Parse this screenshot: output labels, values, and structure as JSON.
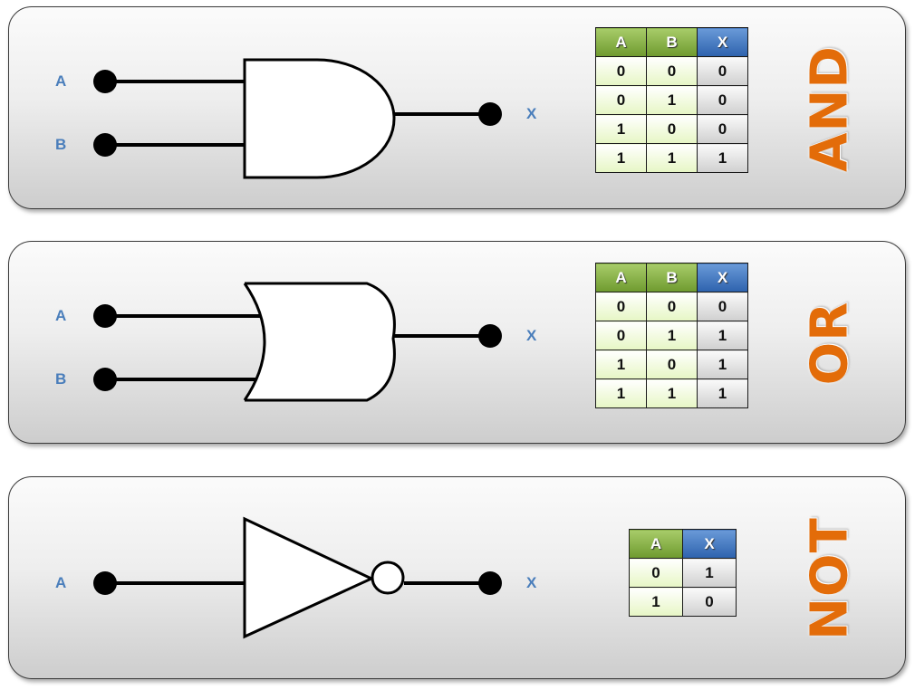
{
  "colors": {
    "pin_label": "#4a7ebb",
    "gate_title": "#e36c09",
    "input_header": "#8db24e",
    "output_header": "#3a6fbd",
    "input_cell": "#eef9d6",
    "output_cell": "#dcdcdc"
  },
  "gates": [
    {
      "id": "and",
      "title": "AND",
      "inputs": [
        "A",
        "B"
      ],
      "output": "X",
      "table": {
        "headers": [
          "A",
          "B",
          "X"
        ],
        "rows": [
          [
            "0",
            "0",
            "0"
          ],
          [
            "0",
            "1",
            "0"
          ],
          [
            "1",
            "0",
            "0"
          ],
          [
            "1",
            "1",
            "1"
          ]
        ]
      }
    },
    {
      "id": "or",
      "title": "OR",
      "inputs": [
        "A",
        "B"
      ],
      "output": "X",
      "table": {
        "headers": [
          "A",
          "B",
          "X"
        ],
        "rows": [
          [
            "0",
            "0",
            "0"
          ],
          [
            "0",
            "1",
            "1"
          ],
          [
            "1",
            "0",
            "1"
          ],
          [
            "1",
            "1",
            "1"
          ]
        ]
      }
    },
    {
      "id": "not",
      "title": "NOT",
      "inputs": [
        "A"
      ],
      "output": "X",
      "table": {
        "headers": [
          "A",
          "X"
        ],
        "rows": [
          [
            "0",
            "1"
          ],
          [
            "1",
            "0"
          ]
        ]
      }
    }
  ]
}
